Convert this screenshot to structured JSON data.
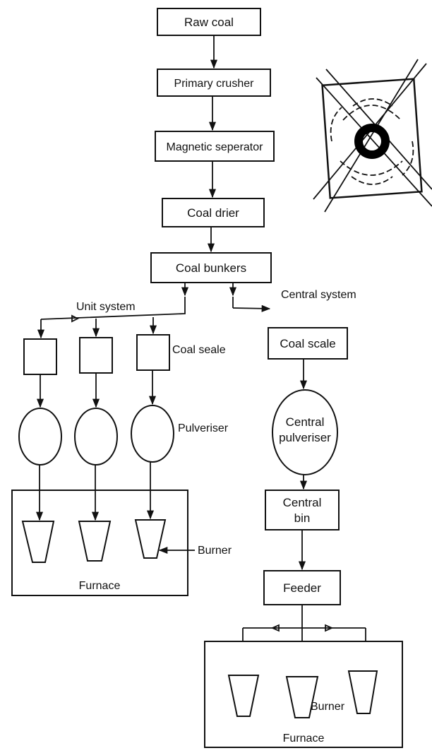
{
  "diagram": {
    "flow": {
      "raw_coal": "Raw coal",
      "primary_crusher": "Primary crusher",
      "magnetic_separator": "Magnetic seperator",
      "coal_drier": "Coal drier",
      "coal_bunkers": "Coal bunkers"
    },
    "unit_system": {
      "label": "Unit system",
      "coal_scale_label": "Coal seale",
      "pulveriser_label": "Pulveriser",
      "burner_label": "Burner",
      "furnace_label": "Furnace"
    },
    "central_system": {
      "label": "Central system",
      "coal_scale": "Coal scale",
      "pulveriser_line1": "Central",
      "pulveriser_line2": "pulveriser",
      "bin_line1": "Central",
      "bin_line2": "bin",
      "feeder": "Feeder",
      "burner_label": "Burner",
      "furnace_label": "Furnace"
    }
  },
  "colors": {
    "line": "#111111",
    "background": "#ffffff"
  }
}
